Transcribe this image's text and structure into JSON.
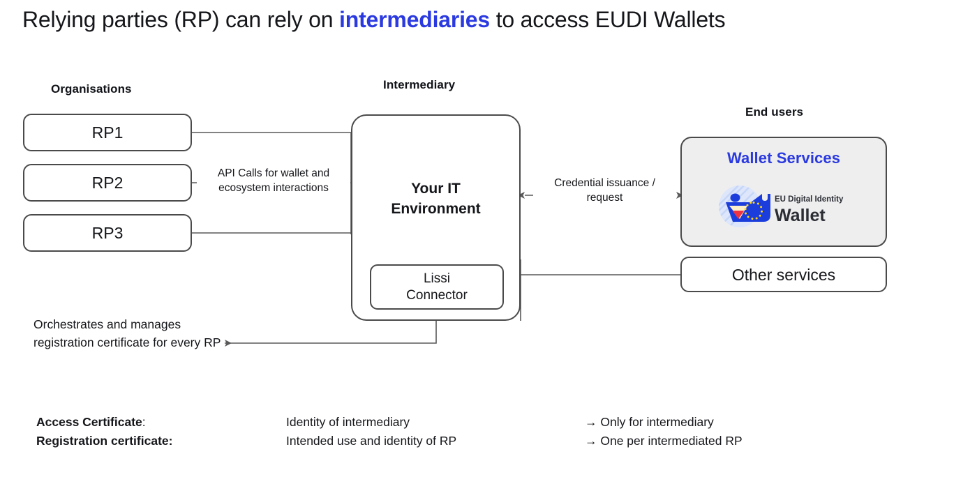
{
  "title": {
    "part1": "Relying parties (RP) can rely on ",
    "accent": "intermediaries",
    "part2": " to access EUDI Wallets"
  },
  "headers": {
    "organisations": "Organisations",
    "intermediary": "Intermediary",
    "end_users": "End users"
  },
  "organisations": {
    "boxes": [
      {
        "label": "RP1"
      },
      {
        "label": "RP2"
      },
      {
        "label": "RP3"
      }
    ]
  },
  "intermediary": {
    "title": "Your IT\nEnvironment",
    "title_line1": "Your IT",
    "title_line2": "Environment",
    "connector": {
      "line1": "Lissi",
      "line2": "Connector"
    }
  },
  "end_users": {
    "wallet_card": {
      "title": "Wallet Services",
      "logo_top_text": "EU Digital Identity",
      "logo_main_text": "Wallet",
      "background": "#eeeeee"
    },
    "other_services": {
      "label": "Other services"
    }
  },
  "connectors": {
    "api_calls": {
      "line1": "API Calls for wallet and",
      "line2": "ecosystem interactions"
    },
    "credential": {
      "line1": "Credential issuance /",
      "line2": "request"
    },
    "orchestration_note": "Orchestrates and manages registration certificate for every RP"
  },
  "legend": {
    "rows": [
      {
        "term": "Access Certificate",
        "colon": ":",
        "colon_bold": false,
        "description": "Identity of intermediary",
        "scope": "→ Only for intermediary"
      },
      {
        "term": "Registration certificate",
        "colon": ":",
        "colon_bold": true,
        "description": "Intended use and identity of RP",
        "scope": "→ One per intermediated RP"
      }
    ]
  },
  "colors": {
    "accent_blue": "#2b3ae0",
    "box_border": "#4a4a4a",
    "wire": "#595959",
    "text": "#15161a",
    "card_bg": "#eeeeee"
  }
}
